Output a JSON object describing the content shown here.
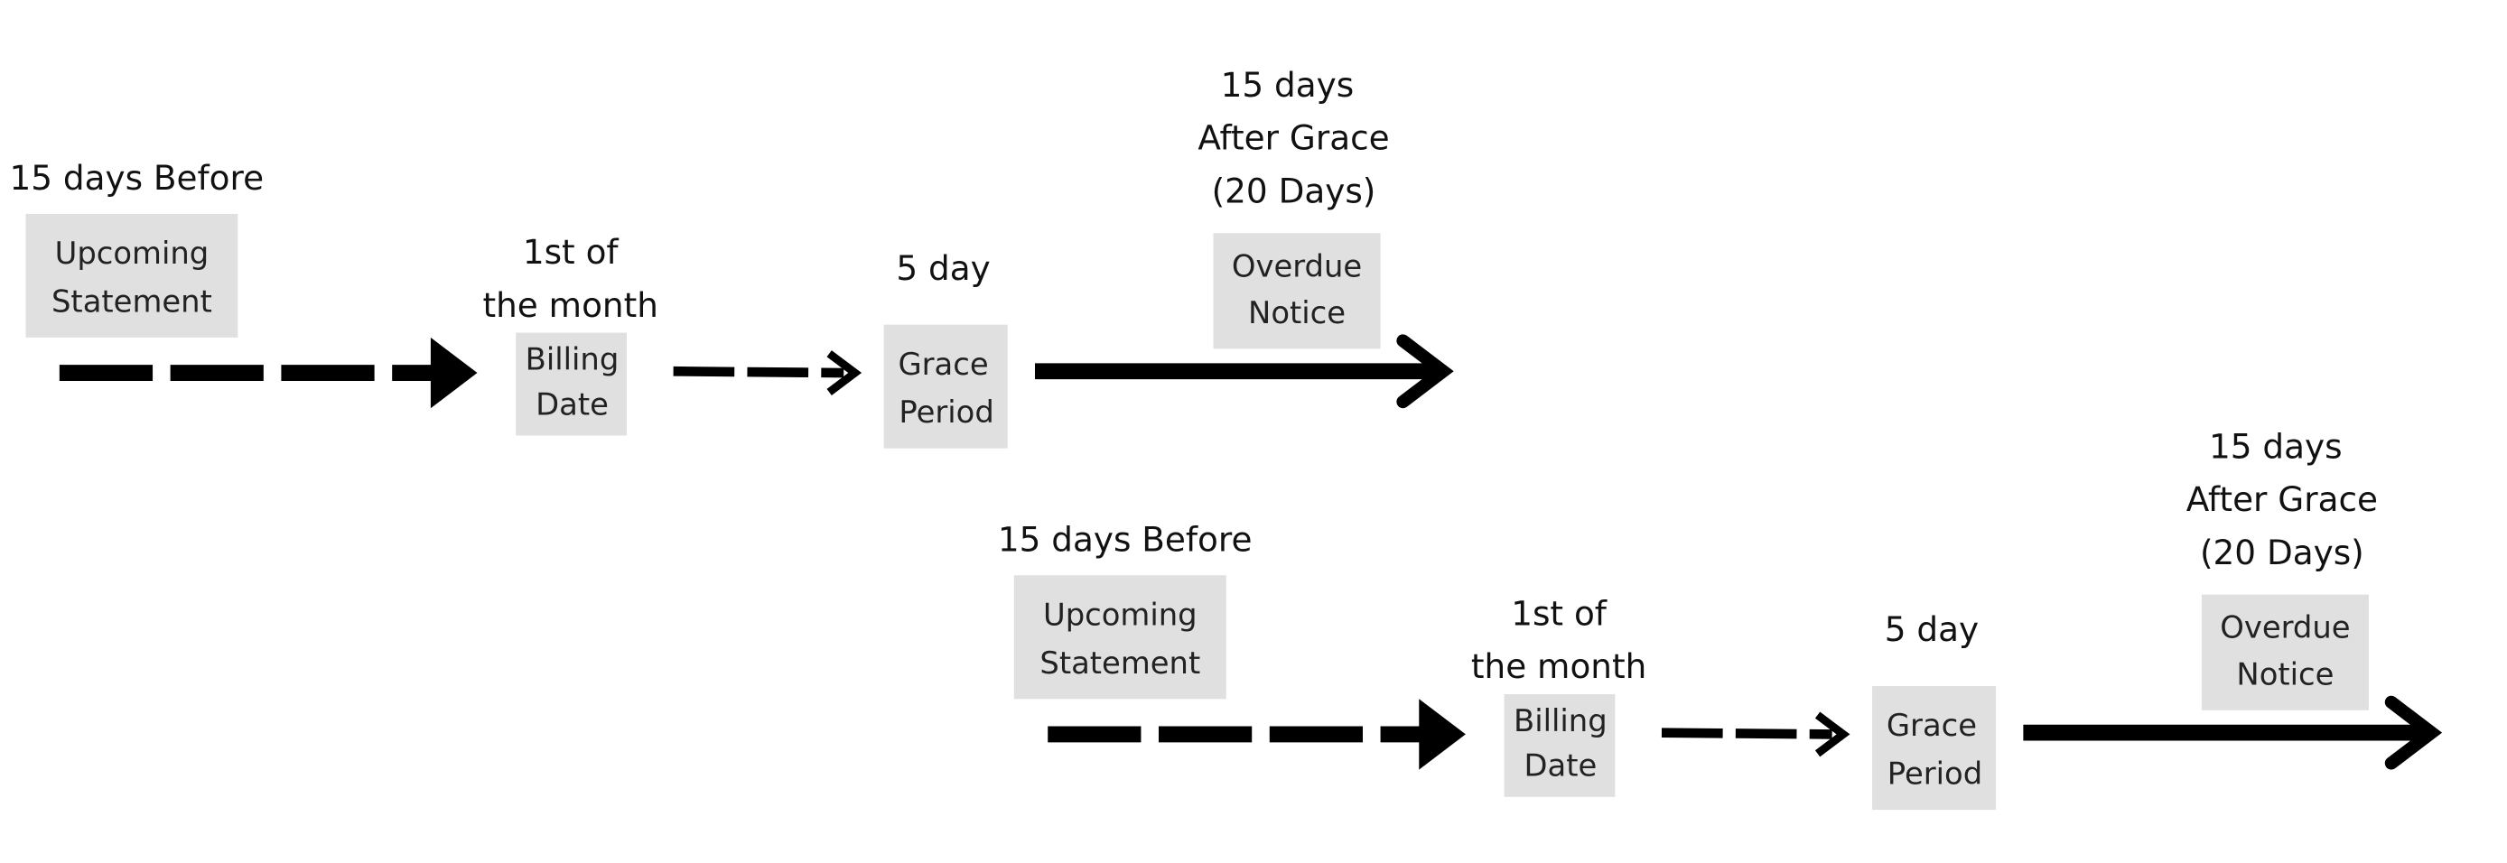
{
  "timelines": [
    {
      "upcoming": {
        "caption": "15 days Before",
        "box": [
          "Upcoming",
          "Statement"
        ]
      },
      "billing": {
        "caption": [
          "1st of",
          "the month"
        ],
        "box": [
          "Billing",
          "Date"
        ]
      },
      "grace": {
        "caption": "5 day",
        "box": [
          "Grace",
          "Period"
        ]
      },
      "overdue": {
        "caption": [
          "15 days",
          "After Grace",
          "(20 Days)"
        ],
        "box": [
          "Overdue",
          "Notice"
        ]
      }
    },
    {
      "upcoming": {
        "caption": "15 days Before",
        "box": [
          "Upcoming",
          "Statement"
        ]
      },
      "billing": {
        "caption": [
          "1st of",
          "the month"
        ],
        "box": [
          "Billing",
          "Date"
        ]
      },
      "grace": {
        "caption": "5 day",
        "box": [
          "Grace",
          "Period"
        ]
      },
      "overdue": {
        "caption": [
          "15 days",
          "After Grace",
          "(20 Days)"
        ],
        "box": [
          "Overdue",
          "Notice"
        ]
      }
    }
  ],
  "colors": {
    "box": "#e0e0e0",
    "arrow": "#000000",
    "text": "#111111"
  }
}
